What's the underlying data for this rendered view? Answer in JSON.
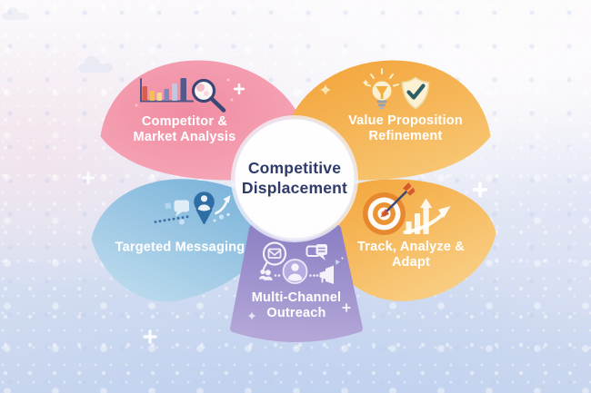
{
  "center": {
    "line1": "Competitive",
    "line2": "Displacement",
    "bg_color": "#ffffff",
    "text_color": "#2f3b6a"
  },
  "petals": {
    "competitor": {
      "line1": "Competitor &",
      "line2": "Market Analysis",
      "color_main": "#f18ca2",
      "color_light": "#f6abbb",
      "text_color": "#ffffff",
      "icons": [
        "bar-chart-icon",
        "magnifying-glass-icon",
        "sparkle-plus-icon"
      ]
    },
    "value": {
      "line1": "Value Proposition",
      "line2": "Refinement",
      "color_main": "#f3a53c",
      "color_light": "#f8c876",
      "text_color": "#ffffff",
      "icons": [
        "lightbulb-icon",
        "shield-check-icon",
        "sparkle-star-icon"
      ]
    },
    "targeted": {
      "label": "Targeted Messaging",
      "color_main": "#7fb6db",
      "color_light": "#bedcee",
      "text_color": "#ffffff",
      "icons": [
        "chat-bubble-icon",
        "person-pin-icon",
        "growth-arrow-icon",
        "dotted-path-icon"
      ]
    },
    "outreach": {
      "line1": "Multi-Channel",
      "line2": "Outreach",
      "color_main": "#8d80c4",
      "color_light": "#b4a7d8",
      "text_color": "#ffffff",
      "icons": [
        "email-bubble-icon",
        "chat-bubbles-icon",
        "person-circle-icon",
        "people-icon",
        "megaphone-icon"
      ]
    },
    "track": {
      "line1": "Track, Analyze &",
      "line2": "Adapt",
      "color_main": "#f4aa42",
      "color_light": "#f9d188",
      "text_color": "#ffffff",
      "icons": [
        "target-dart-icon",
        "bar-chart-growth-icon",
        "curved-arrow-icon"
      ]
    }
  },
  "background": {
    "top_color": "#fbf9fb",
    "bottom_color": "#c9d6ee",
    "speckle_color": "#ffffff",
    "decorations": [
      "sparkle-plus",
      "sparkle-star",
      "cloud"
    ]
  }
}
